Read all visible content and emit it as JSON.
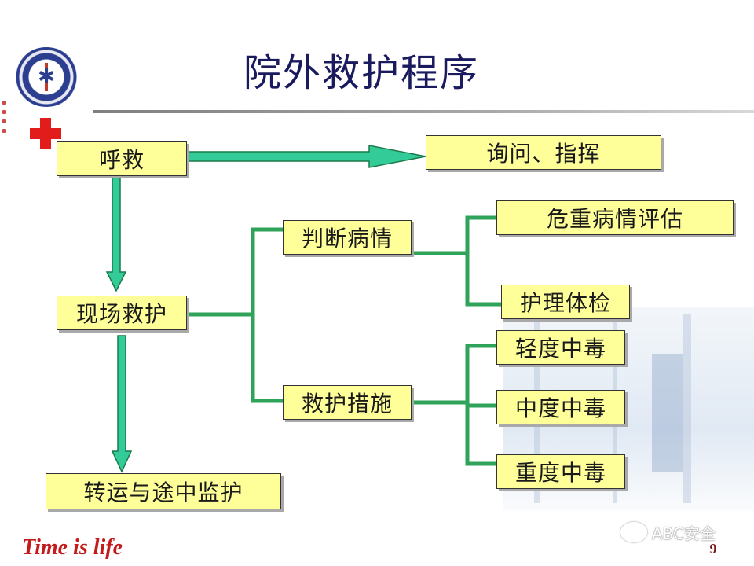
{
  "slide": {
    "title": "院外救护程序",
    "footer": "Time is life",
    "page_number": "9",
    "watermark": "ABC安全"
  },
  "diagram": {
    "nodes": {
      "call_for_help": "呼救",
      "inquiry_command": "询问、指挥",
      "on_site_rescue": "现场救护",
      "assess_condition": "判断病情",
      "critical_assessment": "危重病情评估",
      "physical_exam": "护理体检",
      "rescue_measures": "救护措施",
      "mild_poisoning": "轻度中毒",
      "moderate_poisoning": "中度中毒",
      "severe_poisoning": "重度中毒",
      "transfer_monitoring": "转运与途中监护"
    }
  },
  "colors": {
    "box_fill": "#ffff99",
    "connector": "#2fa35a",
    "arrow_fill": "#33cc99",
    "title": "#1a1a5e",
    "footer": "#c41a1a"
  }
}
